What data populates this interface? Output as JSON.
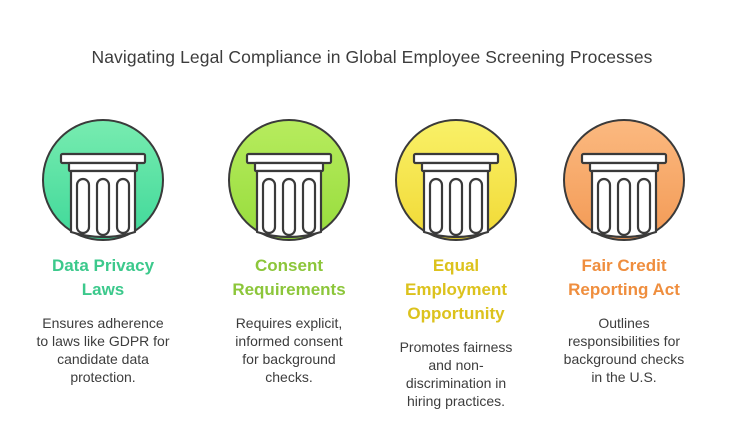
{
  "title": "Navigating Legal Compliance in Global Employee Screening Processes",
  "pillars": [
    {
      "heading": [
        "Data Privacy",
        "Laws"
      ],
      "description": [
        "Ensures adherence",
        "to laws like GDPR for",
        "candidate data",
        "protection."
      ],
      "icon": "column-icon",
      "circle_top": "#78ecb0",
      "circle_bottom": "#3fd899",
      "heading_color": "#3cc98c"
    },
    {
      "heading": [
        "Consent",
        "Requirements"
      ],
      "description": [
        "Requires explicit,",
        "informed consent",
        "for background",
        "checks."
      ],
      "icon": "column-icon",
      "circle_top": "#b7ec5e",
      "circle_bottom": "#97dc3c",
      "heading_color": "#8cc63a"
    },
    {
      "heading": [
        "Equal",
        "Employment",
        "Opportunity"
      ],
      "description": [
        "Promotes fairness",
        "and non-",
        "discrimination in",
        "hiring practices."
      ],
      "icon": "column-icon",
      "circle_top": "#f9f168",
      "circle_bottom": "#f1d935",
      "heading_color": "#dcc21d"
    },
    {
      "heading": [
        "Fair Credit",
        "Reporting Act"
      ],
      "description": [
        "Outlines",
        "responsibilities for",
        "background checks",
        "in the U.S."
      ],
      "icon": "column-icon",
      "circle_top": "#fbb980",
      "circle_bottom": "#f39a55",
      "heading_color": "#ef8e3e"
    }
  ]
}
